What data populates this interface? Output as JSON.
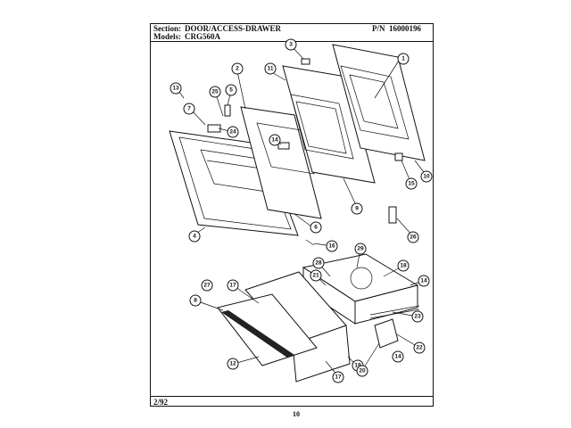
{
  "header": {
    "section_label": "Section:",
    "section_value": "DOOR/ACCESS-DRAWER",
    "pn_label": "P/N",
    "pn_value": "16000196",
    "models_label": "Models:",
    "models_value": "CRG560A"
  },
  "footer": {
    "date": "2/92",
    "page_number": "10"
  },
  "callouts": [
    "1",
    "2",
    "3",
    "4",
    "5",
    "6",
    "7",
    "8",
    "9",
    "10",
    "11",
    "12",
    "13",
    "14",
    "15",
    "16",
    "17",
    "18",
    "19",
    "20",
    "21",
    "22",
    "23",
    "24",
    "25",
    "26",
    "27",
    "28",
    "29"
  ]
}
